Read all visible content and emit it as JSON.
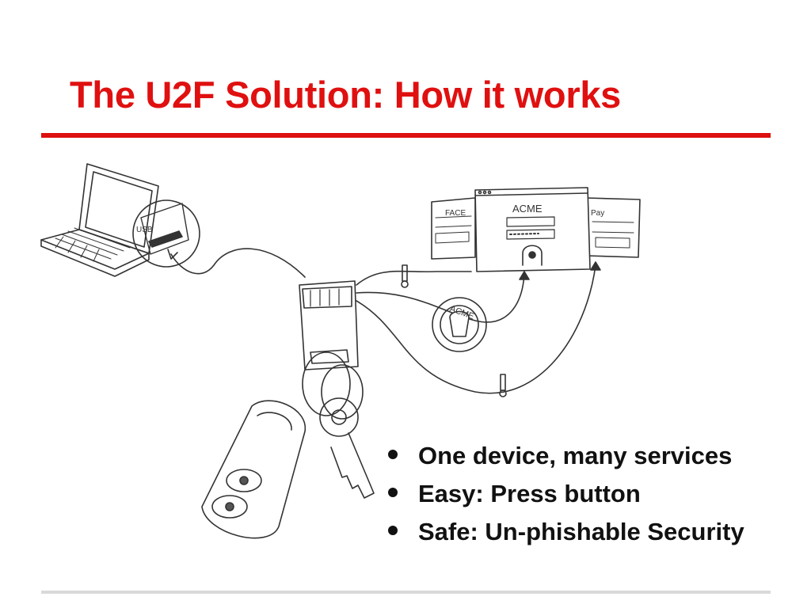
{
  "slide": {
    "title": "The U2F Solution: How it works",
    "accent_color": "#e01010",
    "bullets": [
      "One device, many services",
      "Easy: Press button",
      "Safe: Un-phishable Security"
    ]
  },
  "illustration": {
    "usb_label": "USB",
    "main_site_label": "ACME",
    "left_site_label": "FACE",
    "right_site_label": "Pay",
    "coin_label": "ACME"
  }
}
